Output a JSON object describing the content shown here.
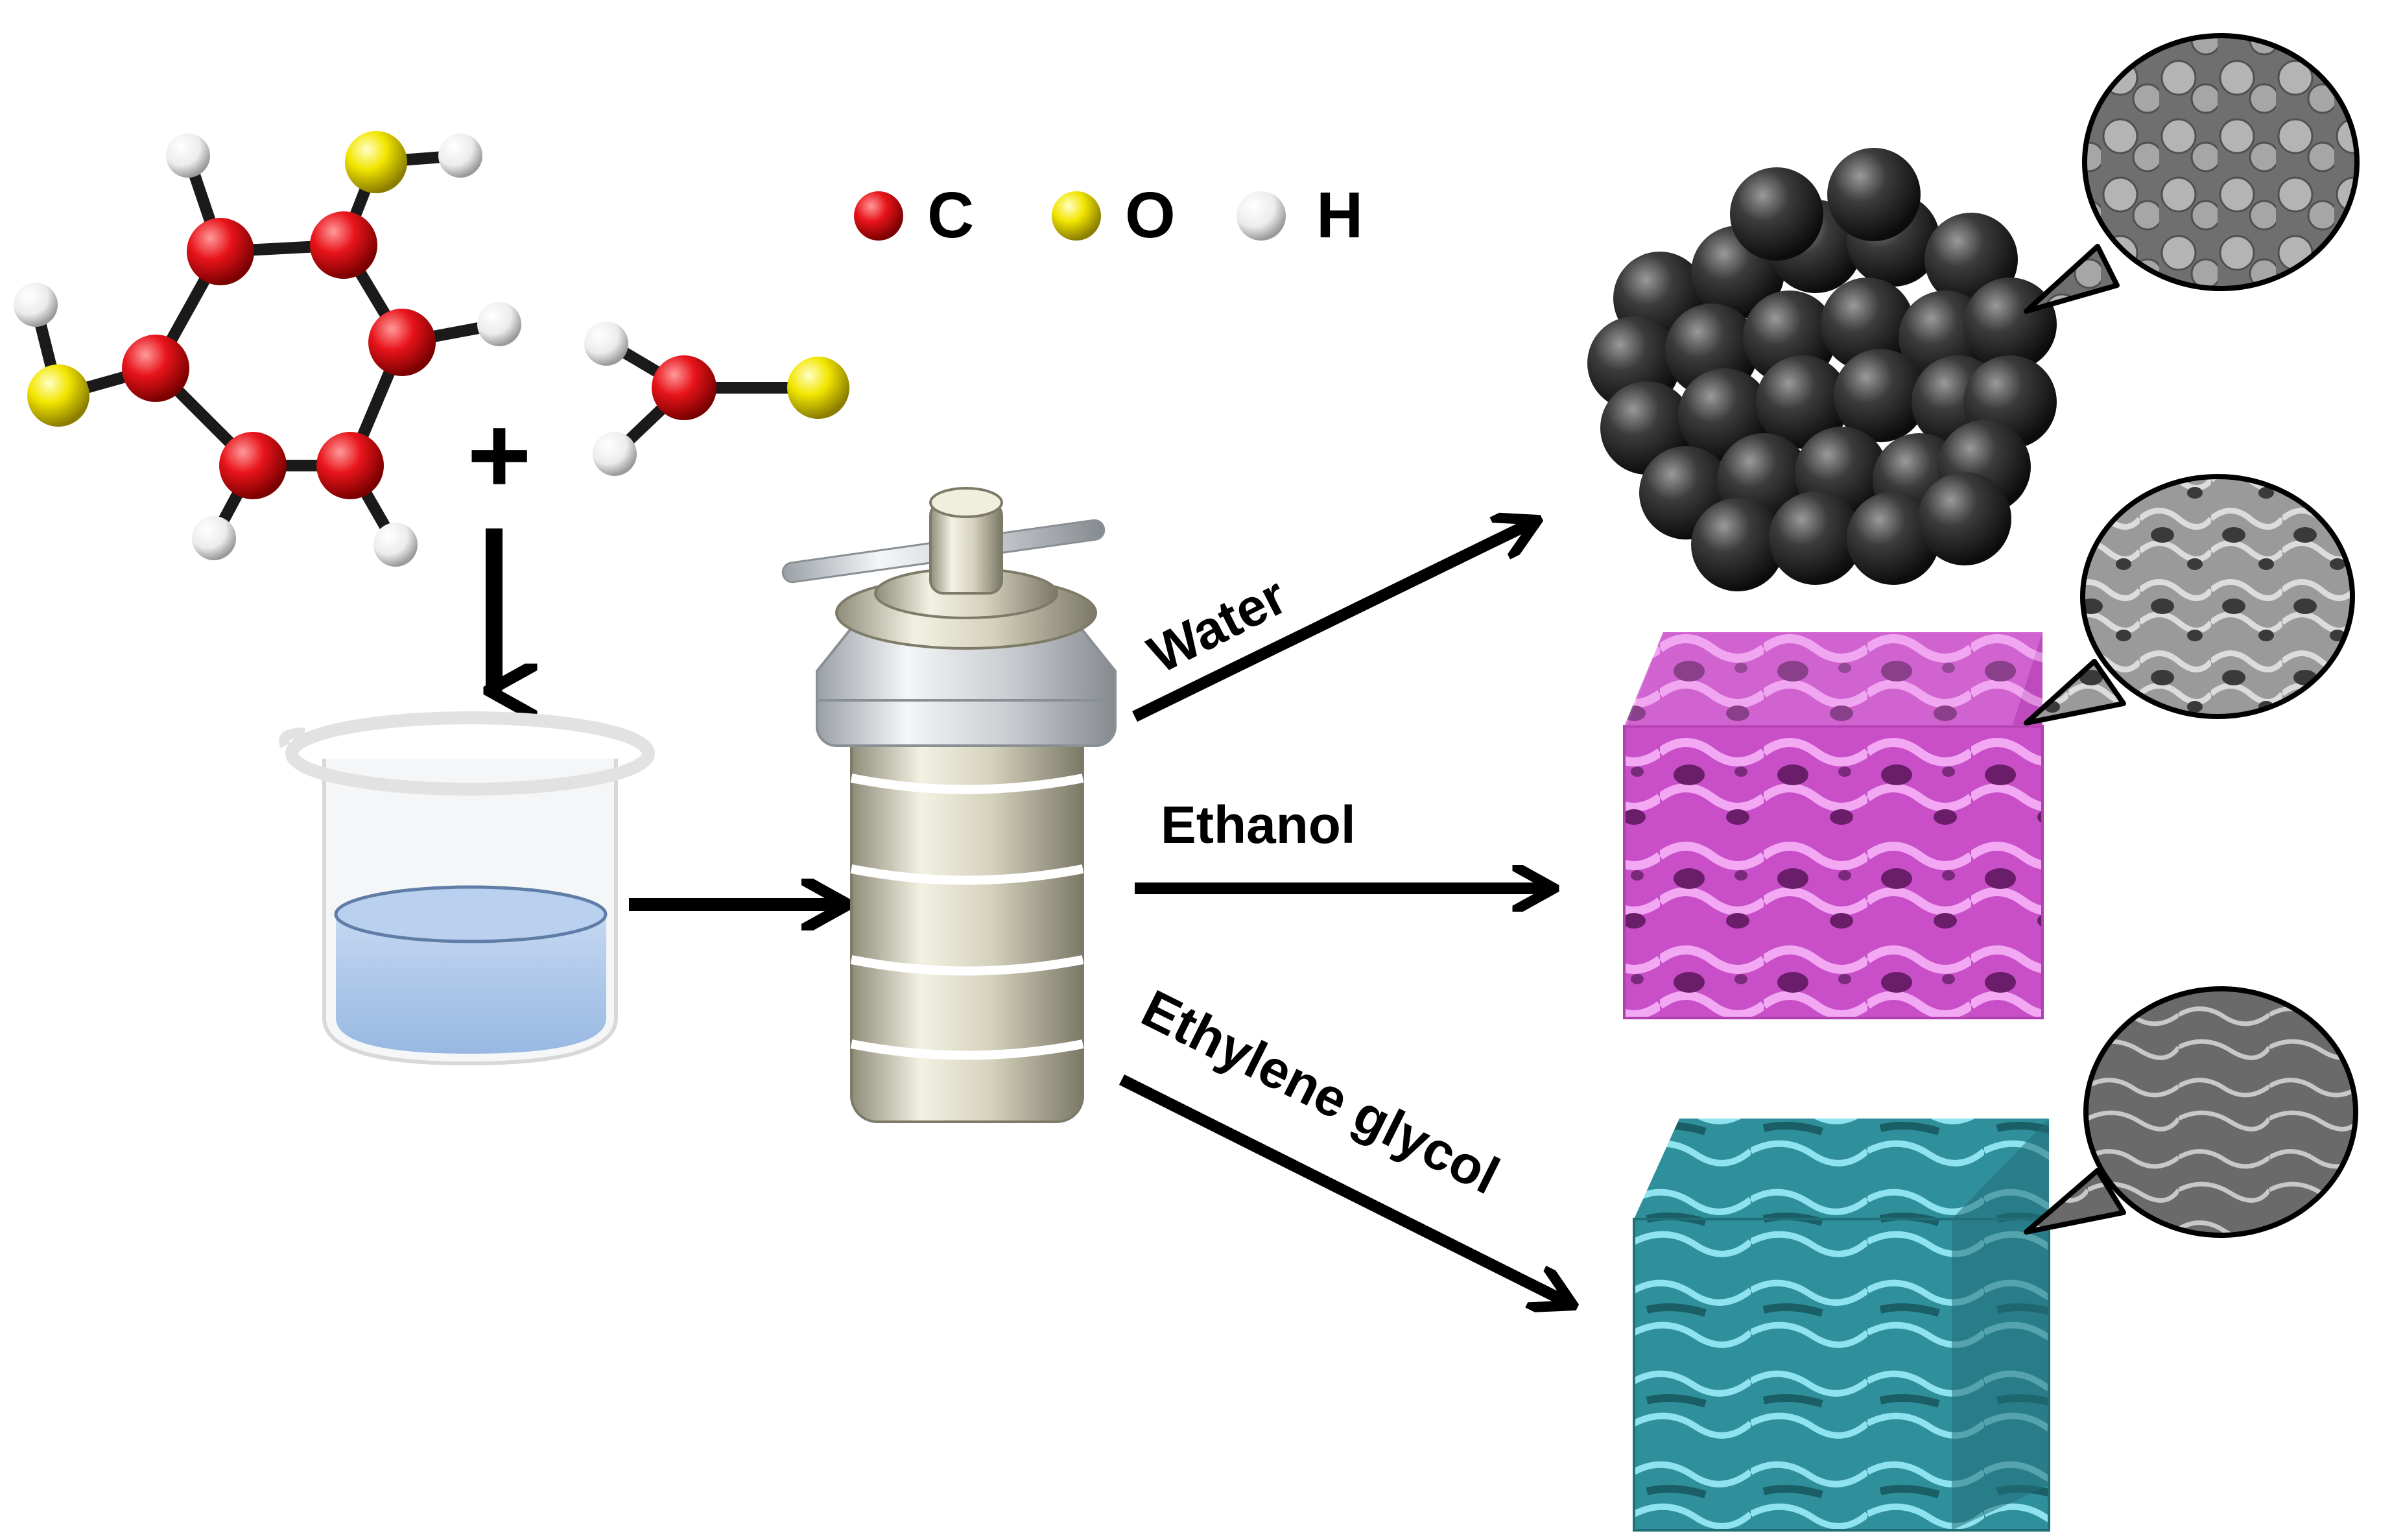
{
  "legend": {
    "items": [
      {
        "symbol": "C",
        "color": "#e8141b"
      },
      {
        "symbol": "O",
        "color": "#f2e600"
      },
      {
        "symbol": "H",
        "color": "#f4f4f4"
      }
    ]
  },
  "operators": {
    "plus": "+"
  },
  "routes": [
    {
      "solvent": "Water",
      "product_color": "#3a3a3a"
    },
    {
      "solvent": "Ethanol",
      "product_color": "#d86ad8"
    },
    {
      "solvent": "Ethylene glycol",
      "product_color": "#4bb3bf"
    }
  ],
  "colors": {
    "carbon": "#e8141b",
    "oxygen": "#f2e600",
    "hydrogen": "#f4f4f4",
    "solution": "#a9c6ea",
    "autoclave": "#d9d6c4",
    "sem_bubble": "#6d6d6d"
  }
}
